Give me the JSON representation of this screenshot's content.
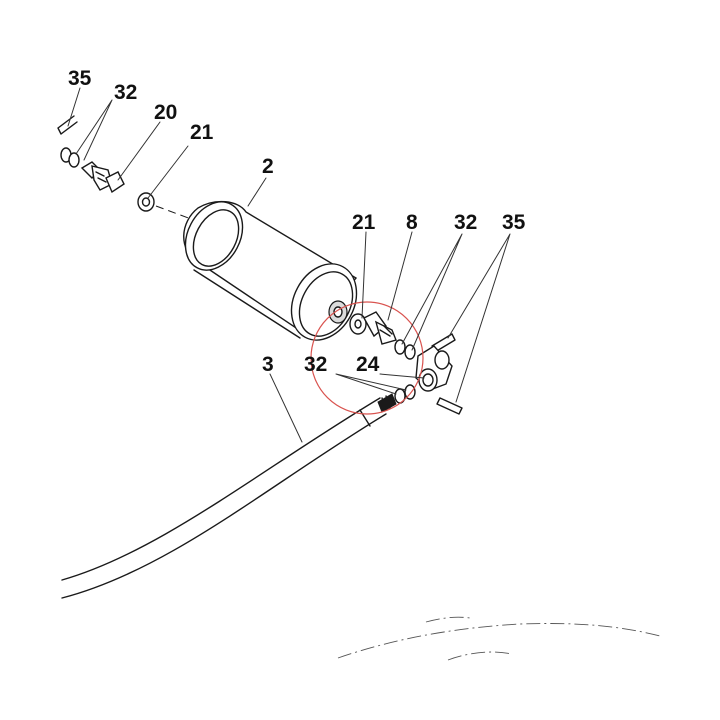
{
  "diagram": {
    "highlight_color": "#d9534f",
    "callouts": [
      {
        "id": "c35a",
        "text": "35"
      },
      {
        "id": "c32a",
        "text": "32"
      },
      {
        "id": "c20",
        "text": "20"
      },
      {
        "id": "c21a",
        "text": "21"
      },
      {
        "id": "c2",
        "text": "2"
      },
      {
        "id": "c21b",
        "text": "21"
      },
      {
        "id": "c8",
        "text": "8"
      },
      {
        "id": "c32b",
        "text": "32"
      },
      {
        "id": "c35b",
        "text": "35"
      },
      {
        "id": "c3",
        "text": "3"
      },
      {
        "id": "c32c",
        "text": "32"
      },
      {
        "id": "c24",
        "text": "24"
      }
    ]
  }
}
